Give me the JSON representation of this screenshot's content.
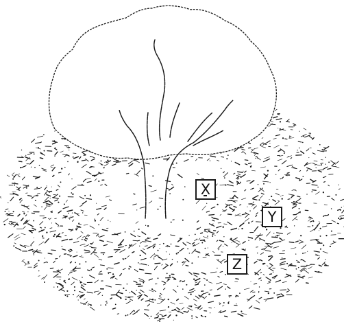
{
  "markers": [
    {
      "label": "X"
    },
    {
      "label": "Y"
    },
    {
      "label": "Z"
    }
  ],
  "colors": {
    "ink": "#1a1a1a",
    "background": "#ffffff"
  }
}
